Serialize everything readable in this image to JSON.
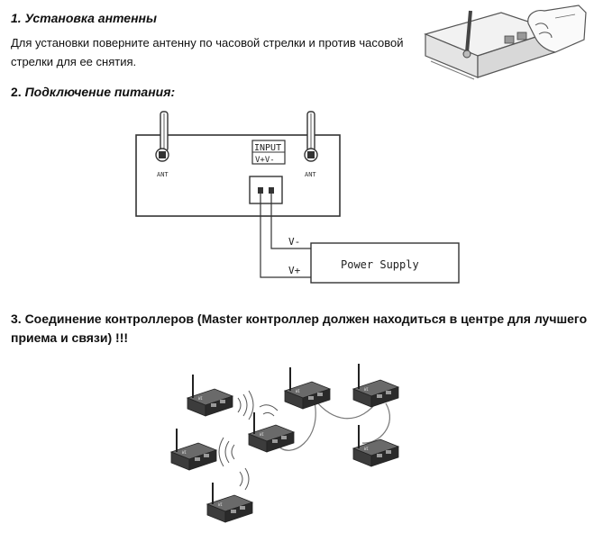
{
  "section1": {
    "heading": "1. Установка антенны",
    "text": "Для установки поверните антенну по часовой стрелки и против часовой стрелки для ее снятия."
  },
  "section2": {
    "heading_number": "2.",
    "heading_text": "Подключение питания:",
    "diagram": {
      "input_label": "INPUT",
      "input_pins": "V+V-",
      "ant_label_left": "ANT",
      "ant_label_right": "ANT",
      "vminus_label": "V-",
      "vplus_label": "V+",
      "power_supply_label": "Power Supply"
    }
  },
  "section3": {
    "heading": "3. Соединение контроллеров (Master контроллер должен находиться в центре для лучшего приема и связи) !!!"
  }
}
